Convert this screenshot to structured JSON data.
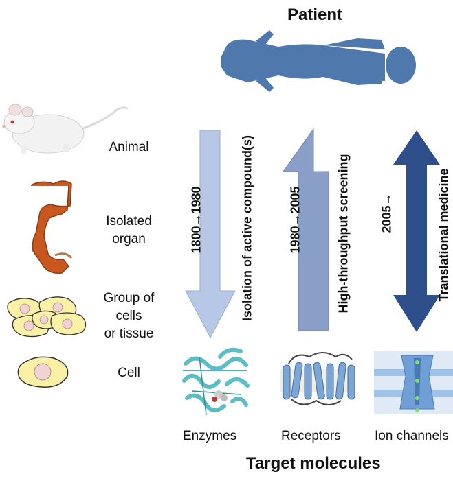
{
  "patient_title": "Patient",
  "levels": [
    {
      "label": "Animal"
    },
    {
      "label": "Isolated\norgan"
    },
    {
      "label": "Group of\ncells\nor tissue"
    },
    {
      "label": "Cell"
    }
  ],
  "eras": [
    {
      "period": "1800→1980",
      "approach": "Isolation of active compound(s)",
      "direction": "down",
      "color": "#b7c7e6"
    },
    {
      "period": "1980→2005",
      "approach": "High-throughput screening",
      "direction": "up",
      "color": "#8a9fc8"
    },
    {
      "period": "2005→",
      "approach": "Translational medicine",
      "direction": "both",
      "color": "#2e4f8a"
    }
  ],
  "molecules": [
    {
      "label": "Enzymes"
    },
    {
      "label": "Receptors"
    },
    {
      "label": "Ion channels"
    }
  ],
  "targets_title": "Target molecules",
  "colors": {
    "patient": "#4f79ad",
    "organ": "#c8581f",
    "cell_fill": "#faf1a6",
    "protein": "#6cc7cf",
    "receptor": "#7aa6d8",
    "channel": "#8fb8e6"
  }
}
